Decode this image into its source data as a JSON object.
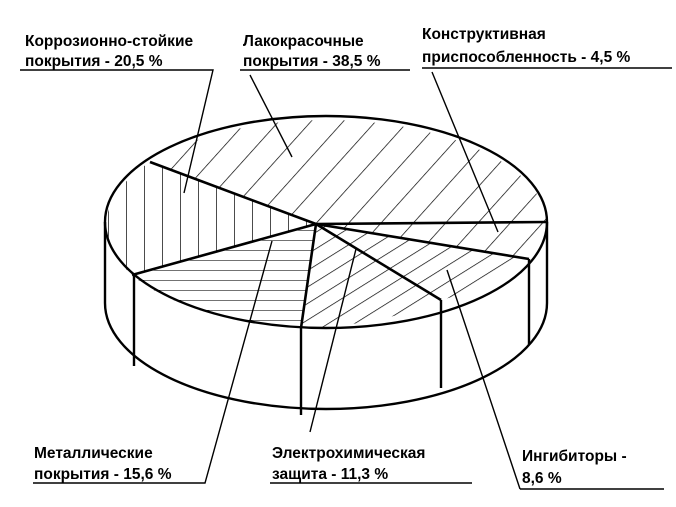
{
  "chart_data": {
    "type": "pie",
    "style": "3d",
    "title": "",
    "slices": [
      {
        "label_lines": [
          "Лакокрасочные",
          "покрытия - 38,5 %"
        ],
        "value": 38.5
      },
      {
        "label_lines": [
          "Конструктивная",
          "приспособленность - 4,5 %"
        ],
        "value": 4.5
      },
      {
        "label_lines": [
          "Ингибиторы -",
          "8,6 %"
        ],
        "value": 8.6
      },
      {
        "label_lines": [
          "Электрохимическая",
          "защита - 11,3 %"
        ],
        "value": 11.3
      },
      {
        "label_lines": [
          "Металлические",
          "покрытия - 15,6 %"
        ],
        "value": 15.6
      },
      {
        "label_lines": [
          "Коррозионно-стойкие",
          "покрытия - 20,5 %"
        ],
        "value": 20.5
      }
    ]
  },
  "colors": {
    "ink": "#000000",
    "background": "#ffffff"
  }
}
